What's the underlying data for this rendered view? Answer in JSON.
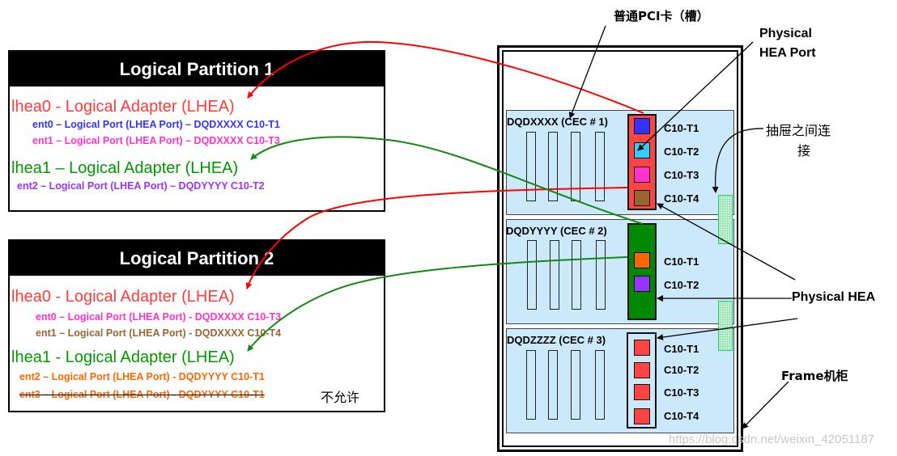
{
  "partitions": [
    {
      "title": "Logical Partition 1",
      "adapters": [
        {
          "label": "lhea0 - Logical Adapter (LHEA)",
          "color": "#ff3b3b",
          "ports": [
            {
              "label": "ent0 – Logical Port (LHEA Port) – DQDXXXX C10-T1",
              "color": "#3333ff",
              "disallowed": false
            },
            {
              "label": "ent1 – Logical Port (LHEA Port) – DQDXXXX C10-T3",
              "color": "#ff33cc",
              "disallowed": false
            }
          ]
        },
        {
          "label": "lhea1 – Logical Adapter (LHEA)",
          "color": "#009900",
          "ports": [
            {
              "label": "ent2 – Logical Port (LHEA Port) – DQDYYYY C10-T2",
              "color": "#9933ff",
              "disallowed": false
            }
          ]
        }
      ]
    },
    {
      "title": "Logical Partition 2",
      "adapters": [
        {
          "label": "lhea0 - Logical Adapter (LHEA)",
          "color": "#ff3b3b",
          "ports": [
            {
              "label": "ent0 – Logical Port (LHEA Port) - DQDXXXX C10-T3",
              "color": "#ff33cc",
              "disallowed": false
            },
            {
              "label": "ent1 – Logical Port (LHEA Port) - DQDXXXX C10-T4",
              "color": "#996633",
              "disallowed": false
            }
          ]
        },
        {
          "label": "lhea1 - Logical Adapter (LHEA)",
          "color": "#009900",
          "ports": [
            {
              "label": "ent2 – Logical Port (LHEA Port)  - DQDYYYY C10-T1",
              "color": "#ff6600",
              "disallowed": false
            },
            {
              "label": "ent3 – Logical Port (LHEA Port)  - DQDYYYY C10-T1",
              "color": "#ff6600",
              "disallowed": true
            }
          ]
        }
      ]
    }
  ],
  "disallowed_note": "不允许",
  "frame": {
    "cecs": [
      {
        "label": "DQDXXXX  (CEC # 1)",
        "hea_color": "#ff4444",
        "ports": [
          {
            "label": "C10-T1",
            "color": "#3333ff"
          },
          {
            "label": "C10-T2",
            "color": "#33ccff"
          },
          {
            "label": "C10-T3",
            "color": "#ff33cc"
          },
          {
            "label": "C10-T4",
            "color": "#996633"
          }
        ]
      },
      {
        "label": "DQDYYYY   (CEC # 2)",
        "hea_color": "#008800",
        "ports": [
          {
            "label": "C10-T1",
            "color": "#ff6600"
          },
          {
            "label": "C10-T2",
            "color": "#9933ff"
          }
        ]
      },
      {
        "label": "DQDZZZZ   (CEC # 3)",
        "hea_color": "#cce9fb",
        "ports": [
          {
            "label": "C10-T1",
            "color": "#ff4444"
          },
          {
            "label": "C10-T2",
            "color": "#ff4444"
          },
          {
            "label": "C10-T3",
            "color": "#ff4444"
          },
          {
            "label": "C10-T4",
            "color": "#ff4444"
          }
        ]
      }
    ]
  },
  "callouts": {
    "pci_card": "普通PCI卡（槽）",
    "physical_hea_port_line1": "Physical",
    "physical_hea_port_line2": "HEA Port",
    "drawer_link_line1": "抽屉之间连",
    "drawer_link_line2": "接",
    "physical_hea": "Physical HEA",
    "frame": "Frame机柜"
  },
  "colors": {
    "arrow_red": "#ff0000",
    "arrow_green": "#118811",
    "cec_bg": "#cce9fb"
  },
  "watermark": "https://blog.csdn.net/weixin_42051187"
}
